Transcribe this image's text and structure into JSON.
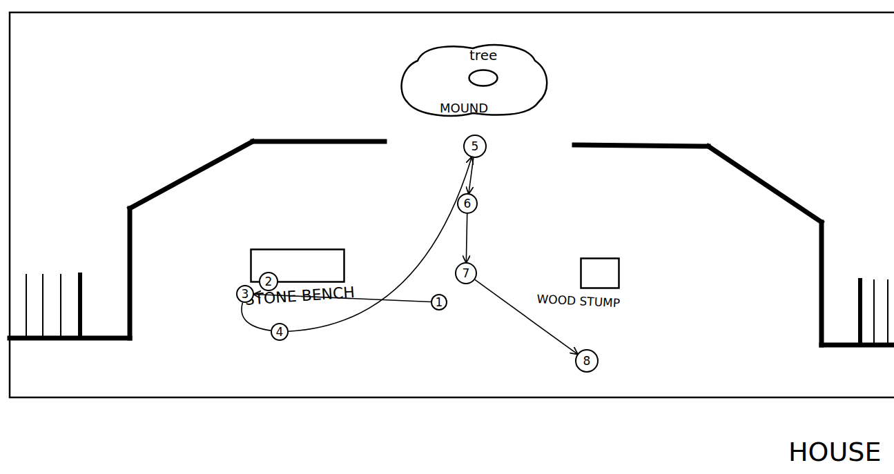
{
  "diagram": {
    "nodes": [
      {
        "text": [
          "MOUND"
        ]
      },
      {
        "text": [
          "tree"
        ],
        "in": 0
      },
      {
        "text": [
          "5"
        ]
      },
      {
        "text": [
          "6"
        ]
      },
      {
        "text": [
          "7"
        ]
      },
      {
        "text": [
          "STONE BENCH"
        ]
      },
      {
        "text": [
          "2"
        ],
        "in": 5
      },
      {
        "text": [
          "3"
        ]
      },
      {
        "text": [
          "WOOD STUMP"
        ]
      },
      {
        "text": [
          "1"
        ]
      },
      {
        "text": [
          "4"
        ]
      },
      {
        "text": [
          "8"
        ]
      }
    ],
    "edges": [
      {
        "from": 9,
        "to": 7,
        "arrow": "to"
      },
      {
        "from": 7,
        "to": 10,
        "arrow": "none"
      },
      {
        "from": 10,
        "to": 2,
        "arrow": "to"
      },
      {
        "from": 2,
        "to": 3,
        "arrow": "to"
      },
      {
        "from": 3,
        "to": 4,
        "arrow": "to"
      },
      {
        "from": 4,
        "to": 11,
        "arrow": "to"
      }
    ],
    "labels": [
      "HOUSE"
    ]
  }
}
